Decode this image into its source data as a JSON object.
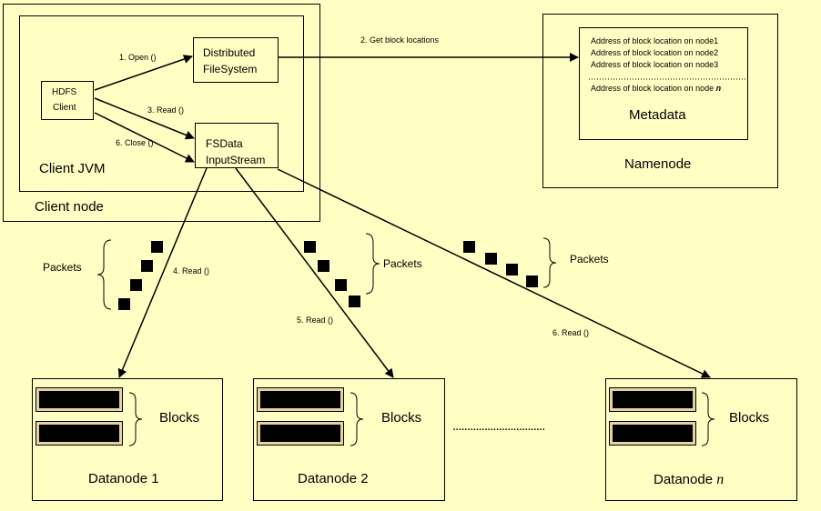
{
  "client_node": {
    "title": "Client node",
    "jvm_title": "Client JVM",
    "hdfs_client": [
      "HDFS",
      "Client"
    ],
    "dfs": [
      "Distributed",
      "FileSystem"
    ],
    "fsdata": [
      "FSData",
      "InputStream"
    ]
  },
  "steps": {
    "open": "1. Open ()",
    "get_locations": "2. Get block locations",
    "read3": "3. Read ()",
    "read4": "4. Read ()",
    "read5": "5. Read ()",
    "read6": "6. Read ()",
    "close": "6. Close ()"
  },
  "namenode": {
    "title": "Namenode",
    "metadata_title": "Metadata",
    "addresses": [
      "Address of block location on node1",
      "Address of block location on node2",
      "Address of block location on node3",
      "Address of block location on node"
    ],
    "last_suffix": "n"
  },
  "packets_label": "Packets",
  "blocks_label": "Blocks",
  "datanodes": {
    "d1": "Datanode 1",
    "d2": "Datanode 2",
    "dn_prefix": "Datanode",
    "dn_suffix": "n"
  },
  "ellipsis": "................................"
}
